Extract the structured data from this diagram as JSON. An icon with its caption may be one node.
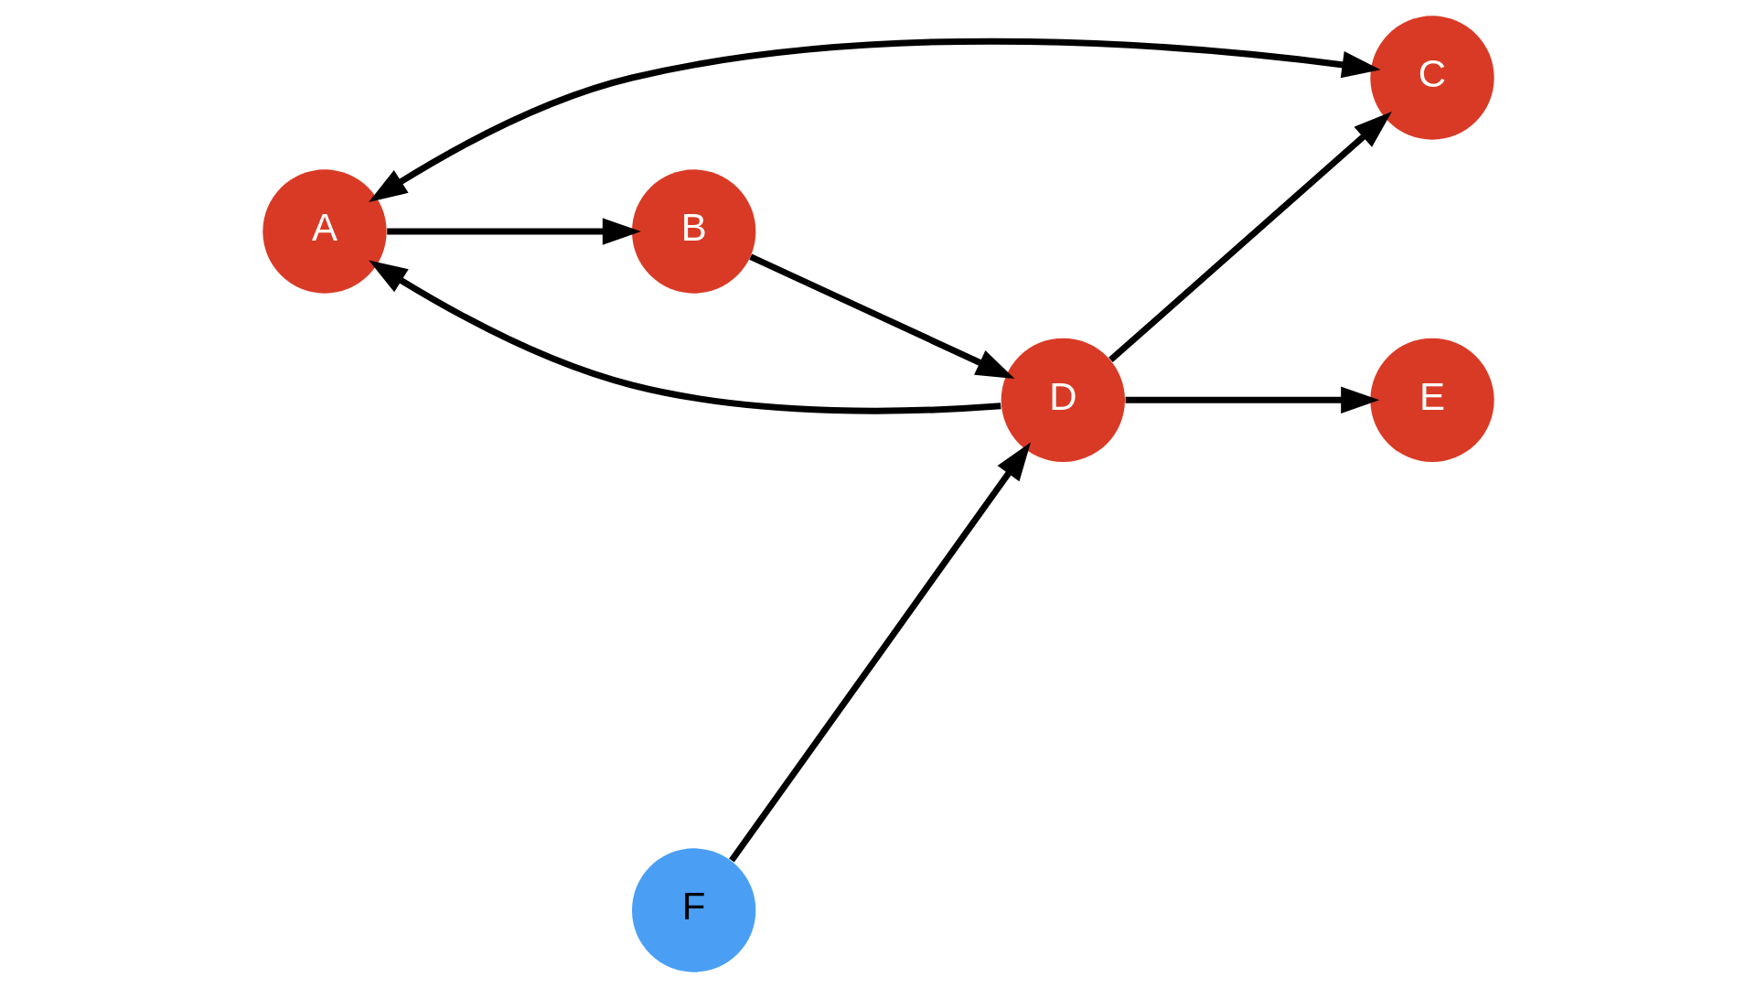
{
  "diagram": {
    "nodes": [
      {
        "text": [
          "C"
        ]
      },
      {
        "text": [
          "E"
        ]
      },
      {
        "text": [
          "A"
        ]
      },
      {
        "text": [
          "D"
        ]
      },
      {
        "text": [
          "B"
        ]
      },
      {
        "text": [
          "F"
        ]
      }
    ],
    "edges": [
      {
        "from": 2,
        "to": 0,
        "arrow": "both"
      },
      {
        "from": 3,
        "to": 0,
        "arrow": "to"
      },
      {
        "from": 3,
        "to": 1,
        "arrow": "to"
      },
      {
        "from": 3,
        "to": 2,
        "arrow": "to"
      },
      {
        "from": 2,
        "to": 4,
        "arrow": "to"
      },
      {
        "from": 4,
        "to": 3,
        "arrow": "to"
      },
      {
        "from": 5,
        "to": 3,
        "arrow": "to"
      }
    ]
  }
}
